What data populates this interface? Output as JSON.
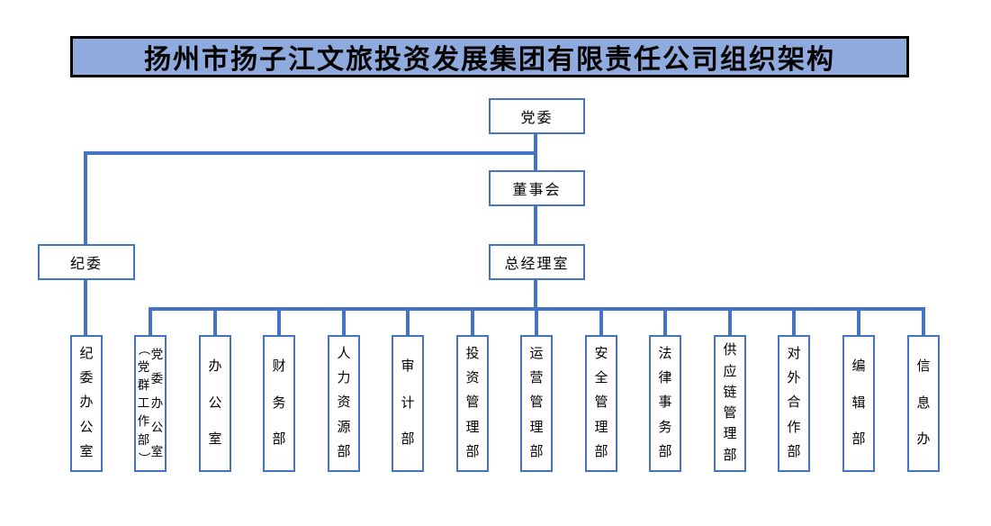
{
  "title": "扬州市扬子江文旅投资发展集团有限责任公司组织架构",
  "nodes": {
    "party_committee": "党委",
    "board": "董事会",
    "gm_office": "总经理室",
    "discipline_committee": "纪委"
  },
  "departments": [
    {
      "label": "纪委办公室"
    },
    {
      "label": "党委办公室",
      "label2": "（党群工作部）"
    },
    {
      "label": "办公室"
    },
    {
      "label": "财务部"
    },
    {
      "label": "人力资源部"
    },
    {
      "label": "审计部"
    },
    {
      "label": "投资管理部"
    },
    {
      "label": "运营管理部"
    },
    {
      "label": "安全管理部"
    },
    {
      "label": "法律事务部"
    },
    {
      "label": "供应链管理部"
    },
    {
      "label": "对外合作部"
    },
    {
      "label": "编辑部"
    },
    {
      "label": "信息办"
    }
  ],
  "colors": {
    "connector": "#4472C4",
    "box_border": "#4472C4",
    "title_background": "#8FAADC",
    "title_border": "#000000",
    "text": "#000000",
    "page_background": "#FFFFFF"
  }
}
